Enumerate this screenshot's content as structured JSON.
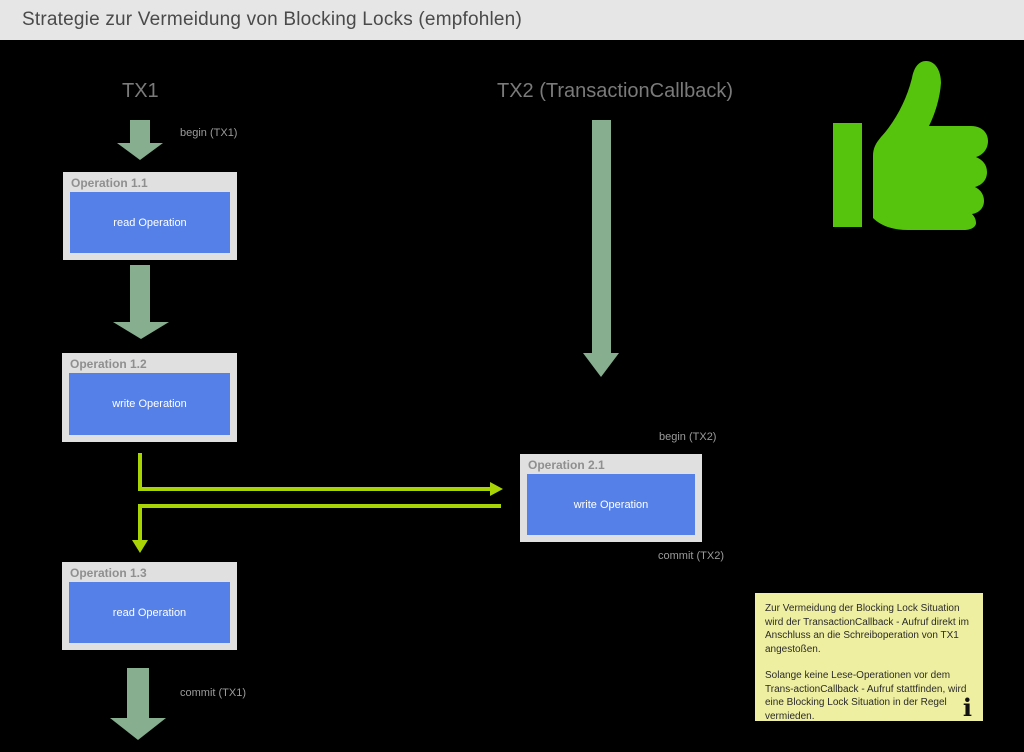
{
  "header": {
    "title": "Strategie zur Vermeidung von Blocking Locks (empfohlen)"
  },
  "diagram": {
    "tx1": {
      "title": "TX1",
      "begin_label": "begin (TX1)",
      "commit_label": "commit (TX1)",
      "operations": [
        {
          "title": "Operation 1.1",
          "body": "read Operation"
        },
        {
          "title": "Operation 1.2",
          "body": "write Operation"
        },
        {
          "title": "Operation 1.3",
          "body": "read Operation"
        }
      ]
    },
    "tx2": {
      "title": "TX2 (TransactionCallback)",
      "begin_label": "begin (TX2)",
      "commit_label": "commit (TX2)",
      "operations": [
        {
          "title": "Operation 2.1",
          "body": "write Operation"
        }
      ]
    }
  },
  "note": {
    "paragraph1": "Zur Vermeidung der Blocking Lock Situation wird der TransactionCallback - Aufruf direkt im Anschluss an die Schreiboperation von TX1 angestoßen.",
    "paragraph2": "Solange keine Lese-Operationen vor dem Trans-actionCallback - Aufruf stattfinden, wird eine Blocking Lock Situation in der Regel vermieden.",
    "info_glyph": "i"
  },
  "colors": {
    "canvas_bg": "#000000",
    "header_bg": "#e6e6e6",
    "sage_arrow": "#86ae8f",
    "chartreuse_arrow": "#a8d406",
    "box_blue": "#5580e8",
    "note_yellow": "#eeefa0",
    "accent_green": "#56c30d"
  }
}
